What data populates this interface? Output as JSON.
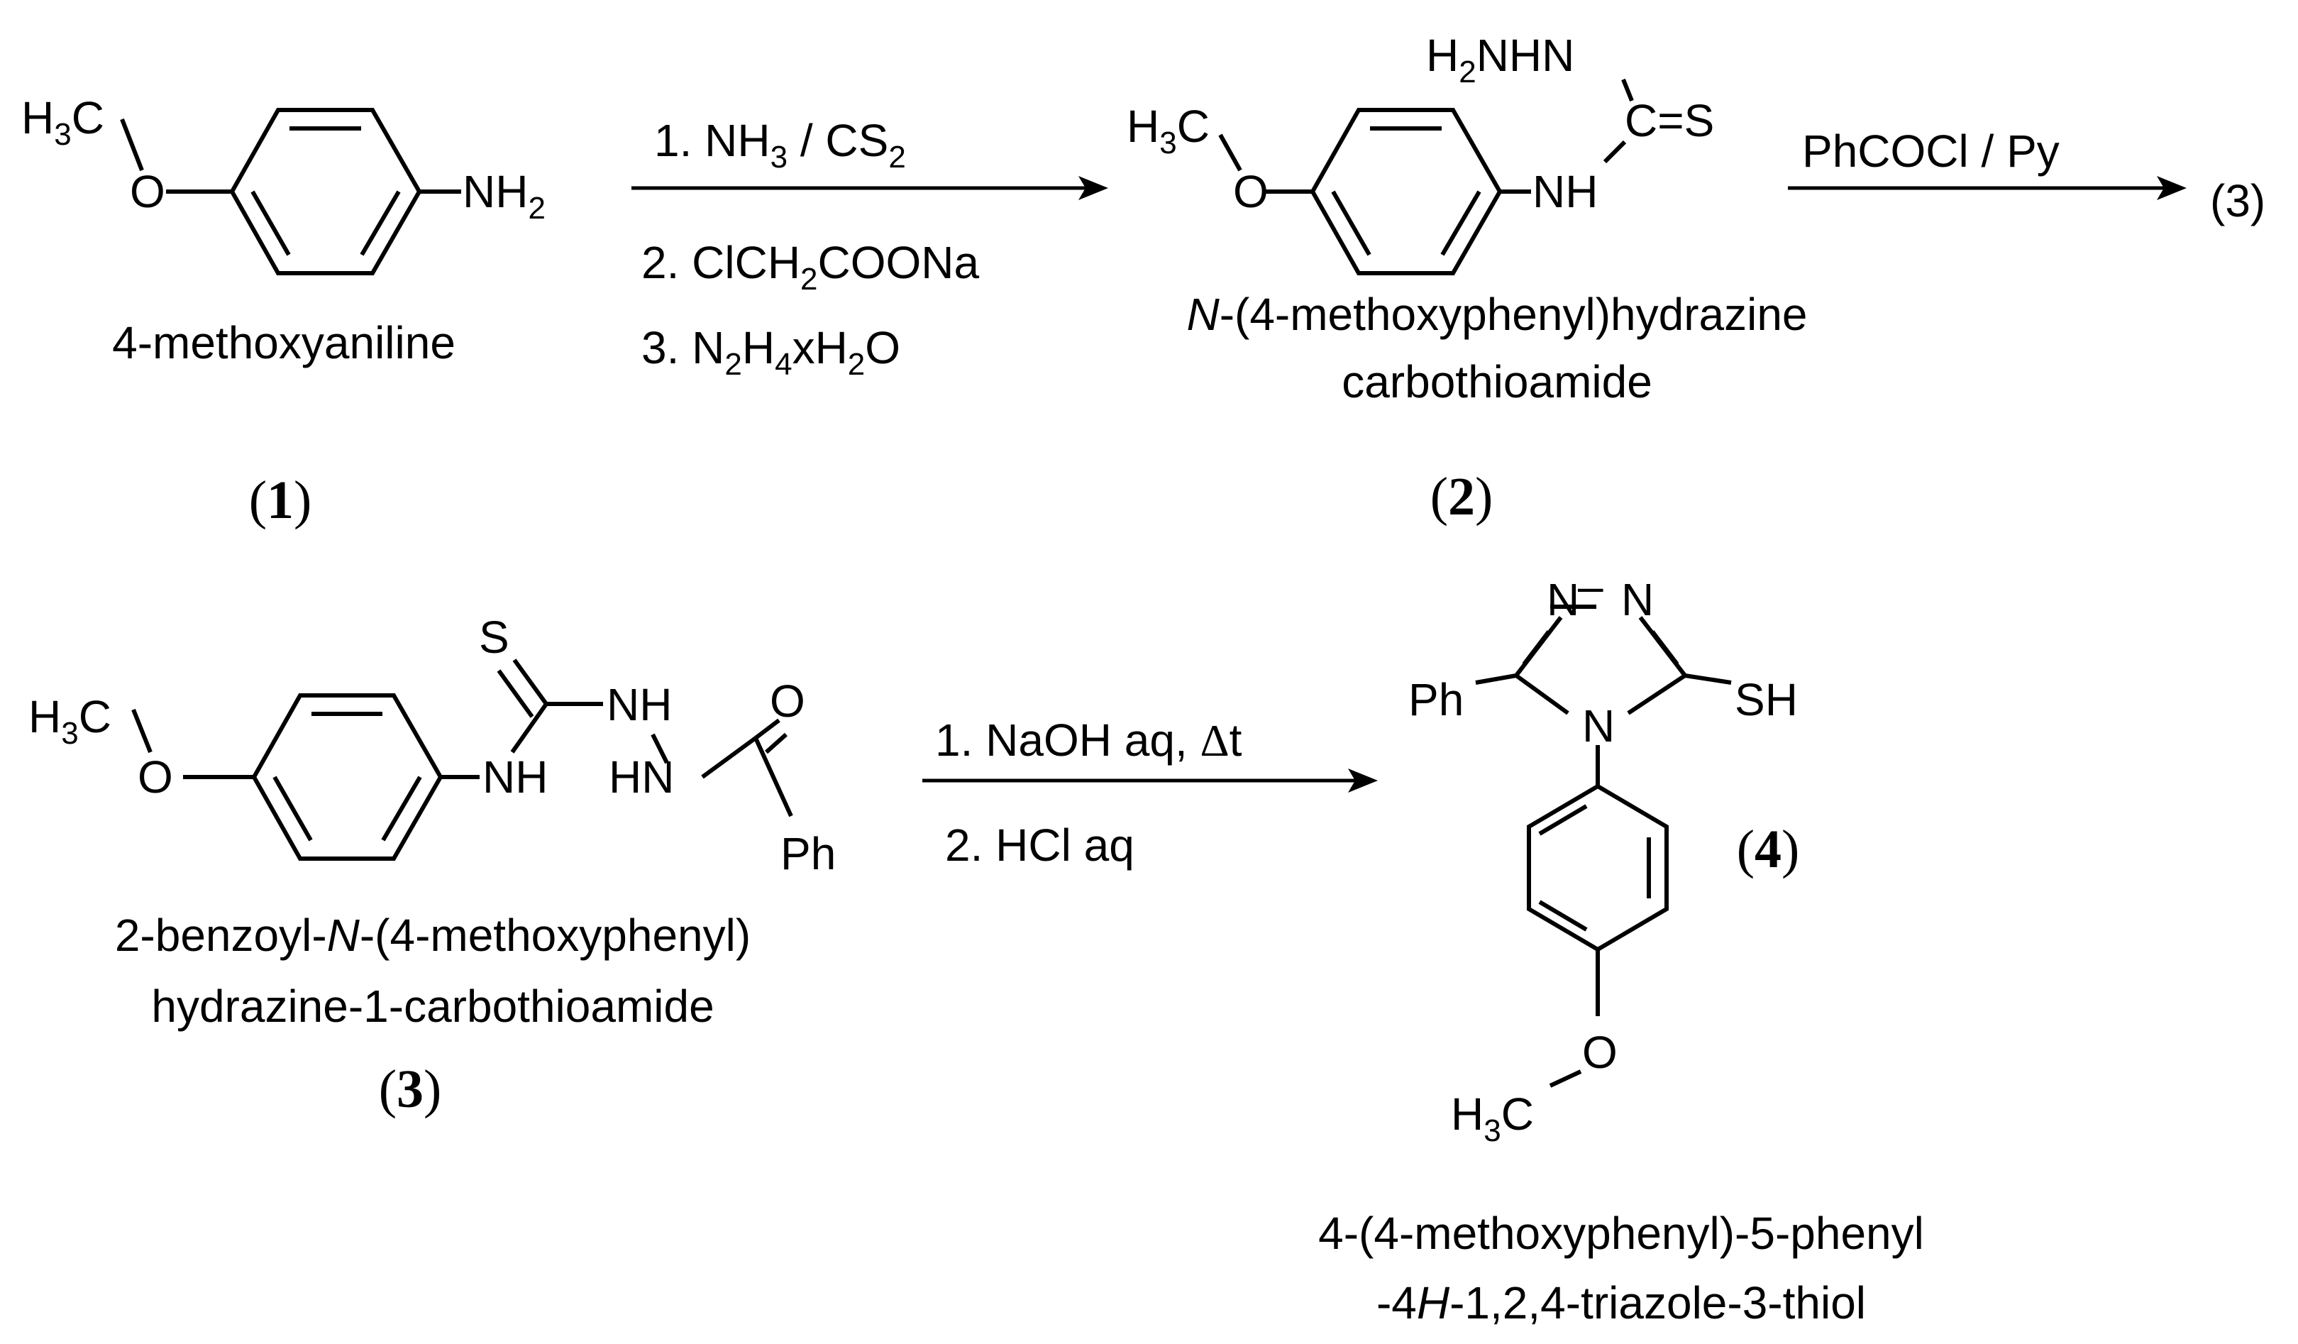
{
  "atoms": {
    "h3c": "H",
    "h3c_sub": "3",
    "h3c_c": "C",
    "o": "O",
    "nh2": "NH",
    "nh2_sub": "2",
    "nh": "NH",
    "h2nhn_a": "H",
    "h2nhn_sub": "2",
    "h2nhn_b": "NHN",
    "cs": "C=S",
    "s": "S",
    "nh_nh": "NH",
    "hn": "HN",
    "ph": "Ph",
    "n": "N",
    "sh": "SH",
    "n_dash_n_1": "N",
    "n_dash_n_dash": "–",
    "n_dash_n_2": "N"
  },
  "step1": {
    "r1_a": "1. NH",
    "r1_sub1": "3",
    "r1_b": " / CS",
    "r1_sub2": "2",
    "r2_a": "2. ClCH",
    "r2_sub": "2",
    "r2_b": "COONa",
    "r3_a": "3. N",
    "r3_sub1": "2",
    "r3_b": "H",
    "r3_sub2": "4",
    "r3_c": "xH",
    "r3_sub3": "2",
    "r3_d": "O"
  },
  "step2": {
    "reagent": "PhCOCl / Py",
    "product_ref": "(3)"
  },
  "step3": {
    "reagent1_a": "1. NaOH aq, ",
    "reagent1_delta": "Δ",
    "reagent1_b": "t",
    "reagent2": "2. HCl aq"
  },
  "compounds": {
    "c1": {
      "name": "4-methoxyaniline",
      "open": "(",
      "num": "1",
      "close": ")"
    },
    "c2": {
      "name_italic": "N",
      "name_a": "-(4-methoxyphenyl)hydrazine",
      "name_b": "carbothioamide",
      "open": "(",
      "num": "2",
      "close": ")"
    },
    "c3": {
      "name_a": "2-benzoyl-",
      "name_italic": "N",
      "name_b": "-(4-methoxyphenyl)",
      "name_c": "hydrazine-1-carbothioamide",
      "open": "(",
      "num": "3",
      "close": ")"
    },
    "c4": {
      "name_a": "4-(4-methoxyphenyl)-5-phenyl",
      "name_b1": "-4",
      "name_italic": "H",
      "name_b2": "-1,2,4-triazole-3-thiol",
      "open": "(",
      "num": "4",
      "close": ")"
    }
  }
}
